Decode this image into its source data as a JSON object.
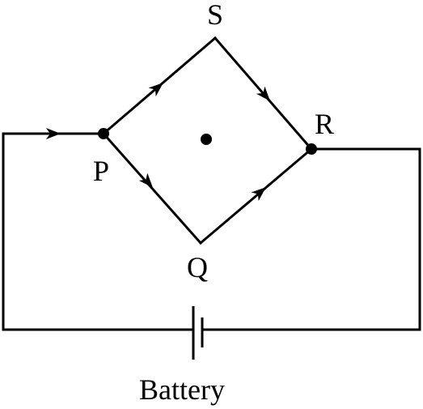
{
  "nodes": {
    "p": "P",
    "q": "Q",
    "r": "R",
    "s": "S"
  },
  "battery": {
    "label": "Battery"
  },
  "colors": {
    "ink": "#000000",
    "background": "#ffffff"
  }
}
